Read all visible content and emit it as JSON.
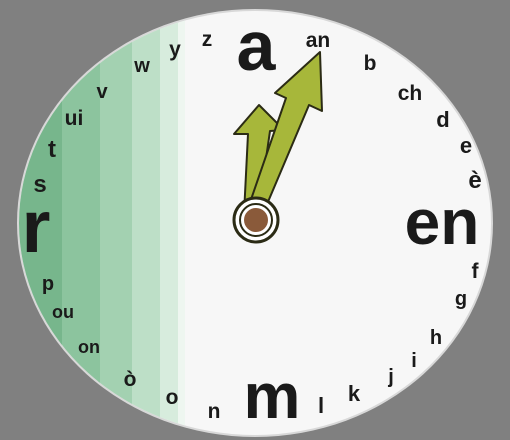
{
  "clock": {
    "colors": {
      "background": "#808080",
      "face": "#f7f7f7",
      "rim": "#d8d8d8",
      "letters": "#1a1a1a",
      "hands": "#a7b73a",
      "hand_outline": "#2b2b15",
      "hub": "#8a5a3a",
      "shading_greens": [
        "#77b68c",
        "#8cc49e",
        "#a3d1b1",
        "#bddfc7",
        "#d7ecdd"
      ]
    },
    "letters": [
      {
        "id": "a",
        "text": "a",
        "icon_note": "big"
      },
      {
        "id": "an",
        "text": "an"
      },
      {
        "id": "b",
        "text": "b"
      },
      {
        "id": "ch",
        "text": "ch"
      },
      {
        "id": "d",
        "text": "d"
      },
      {
        "id": "e",
        "text": "e"
      },
      {
        "id": "e-grave",
        "text": "è"
      },
      {
        "id": "en",
        "text": "en"
      },
      {
        "id": "f",
        "text": "f"
      },
      {
        "id": "g",
        "text": "g"
      },
      {
        "id": "h",
        "text": "h"
      },
      {
        "id": "i",
        "text": "i"
      },
      {
        "id": "j",
        "text": "j"
      },
      {
        "id": "k",
        "text": "k"
      },
      {
        "id": "l",
        "text": "l"
      },
      {
        "id": "m",
        "text": "m"
      },
      {
        "id": "n",
        "text": "n"
      },
      {
        "id": "o",
        "text": "o"
      },
      {
        "id": "o-grave",
        "text": "ò"
      },
      {
        "id": "on",
        "text": "on"
      },
      {
        "id": "ou",
        "text": "ou"
      },
      {
        "id": "p",
        "text": "p"
      },
      {
        "id": "r",
        "text": "r"
      },
      {
        "id": "s",
        "text": "s"
      },
      {
        "id": "t",
        "text": "t"
      },
      {
        "id": "ui",
        "text": "ui"
      },
      {
        "id": "v",
        "text": "v"
      },
      {
        "id": "w",
        "text": "w"
      },
      {
        "id": "y",
        "text": "y"
      },
      {
        "id": "z",
        "text": "z"
      }
    ],
    "hands": [
      {
        "name": "hour-hand",
        "points_to": "a"
      },
      {
        "name": "minute-hand",
        "points_to": "an"
      }
    ]
  }
}
